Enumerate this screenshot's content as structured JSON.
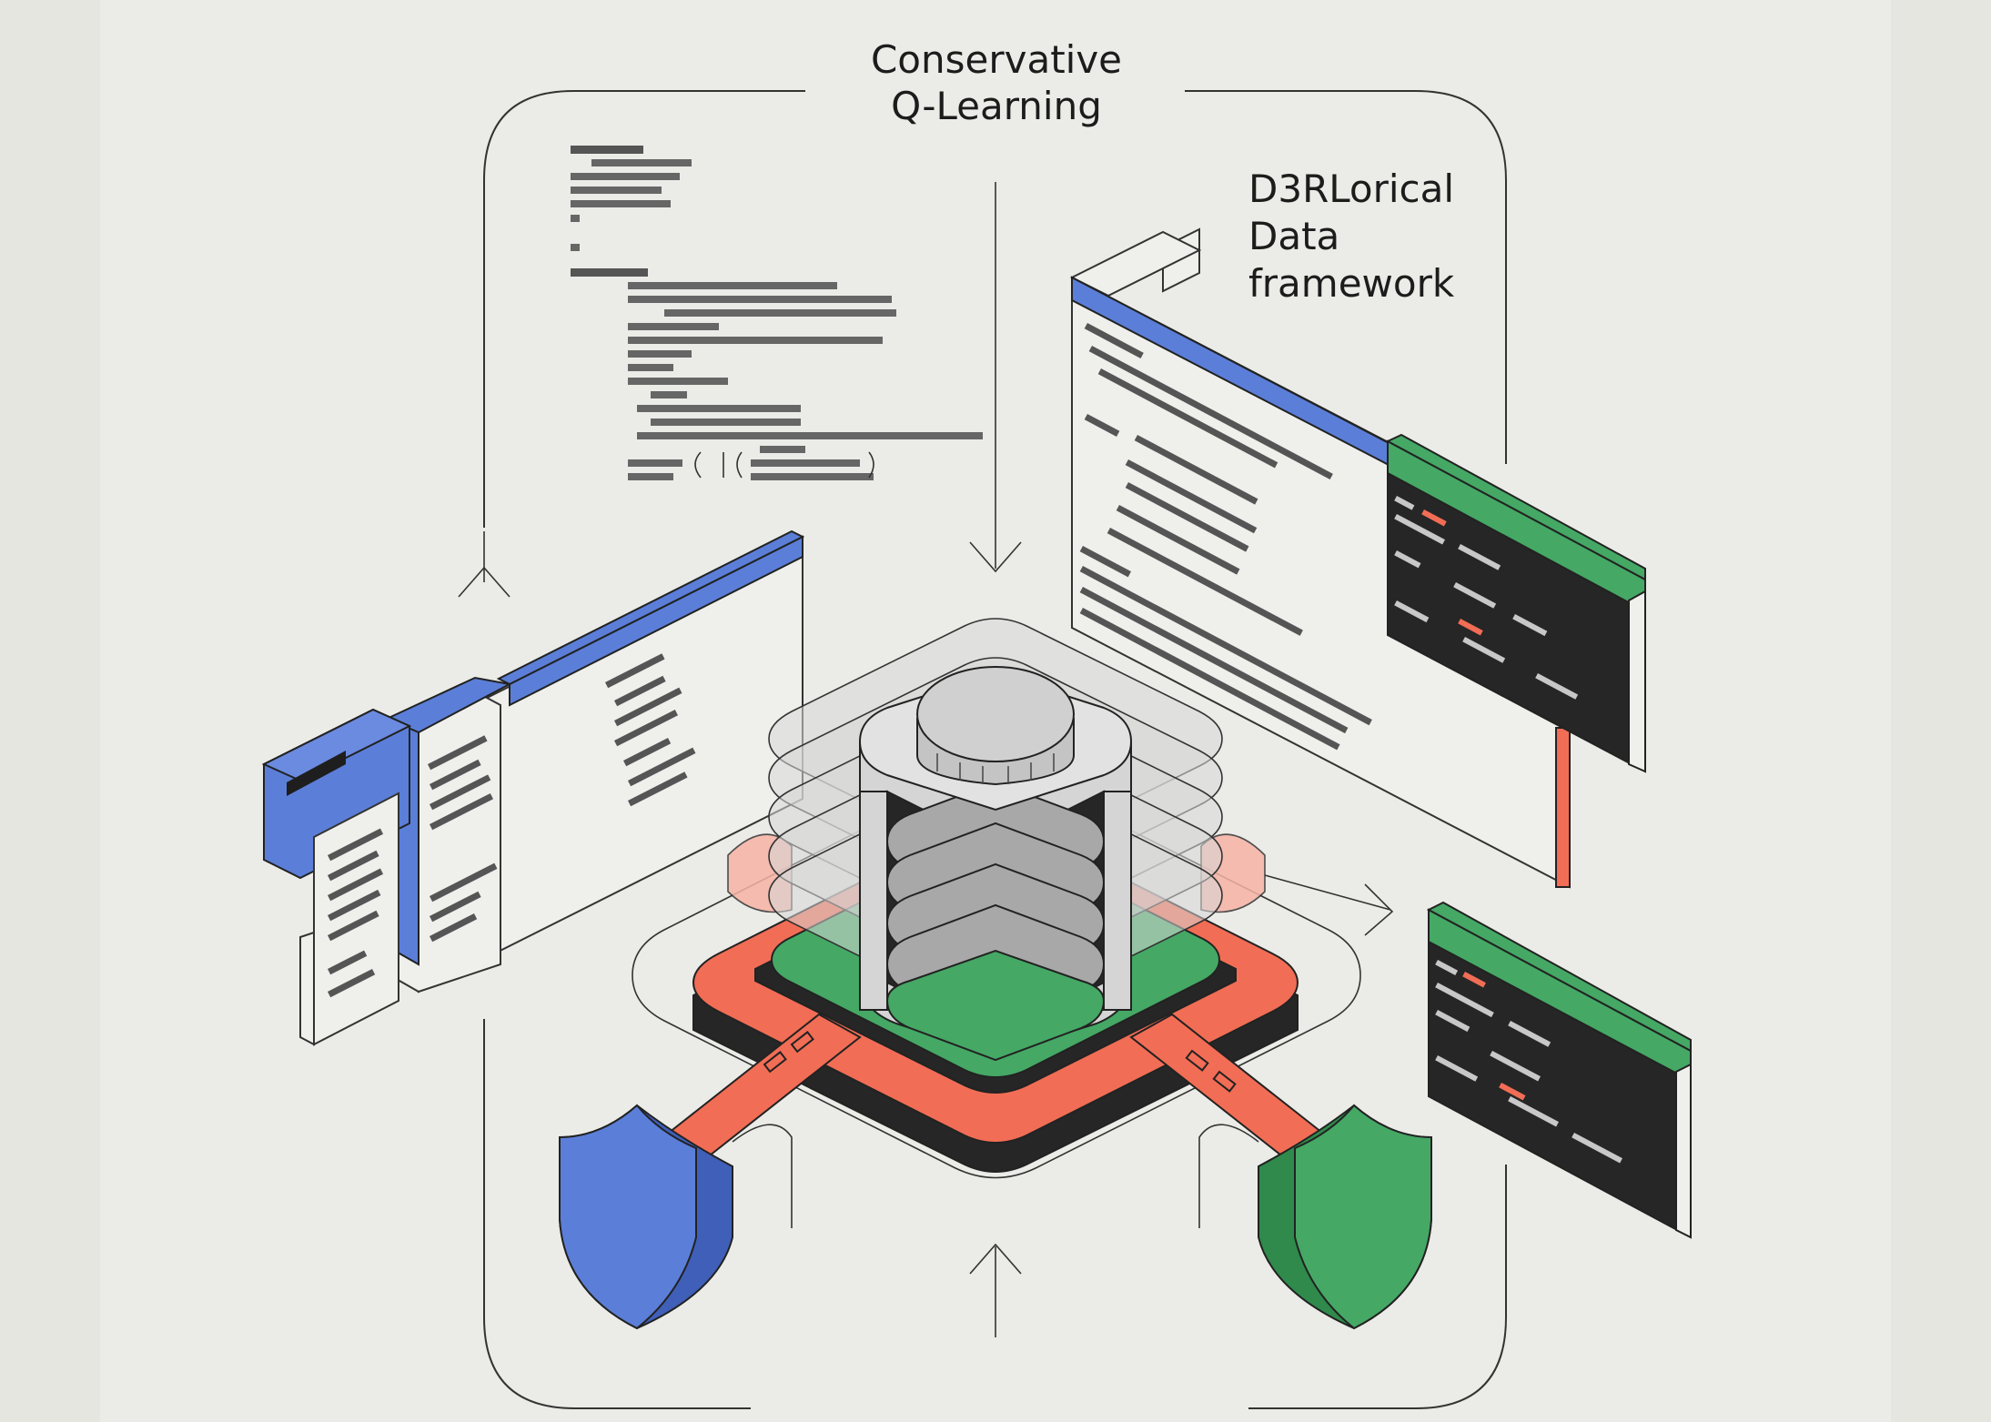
{
  "title": {
    "line1": "Conservative",
    "line2": "Q-Learning"
  },
  "side_label": {
    "line1": "D3RLorical",
    "line2": "Data",
    "line3": "framework"
  },
  "colors": {
    "blue": "#5b7fd8",
    "green": "#45a865",
    "red": "#f26d55",
    "dark": "#262626",
    "grey": "#c9c9c9",
    "background": "#e6e6e1"
  },
  "icons": {
    "database": "database-cylinder-icon",
    "shield_left": "shield-icon",
    "shield_right": "shield-icon"
  }
}
